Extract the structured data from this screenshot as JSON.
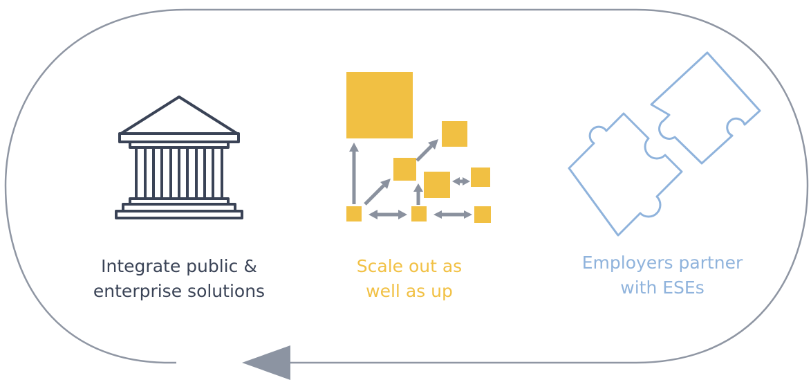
{
  "colors": {
    "loop": "#8f96a3",
    "arrowhead": "#8c94a2",
    "building": "#3a4356",
    "scale_fill": "#f1c043",
    "scale_arrows": "#8a919e",
    "puzzle": "#8fb3dc"
  },
  "steps": [
    {
      "icon": "government-building-icon",
      "line1": "Integrate public &",
      "line2": "enterprise solutions"
    },
    {
      "icon": "scaling-boxes-icon",
      "line1": "Scale out as",
      "line2": "well as up"
    },
    {
      "icon": "puzzle-pieces-icon",
      "line1": "Employers partner",
      "line2": "with ESEs"
    }
  ]
}
